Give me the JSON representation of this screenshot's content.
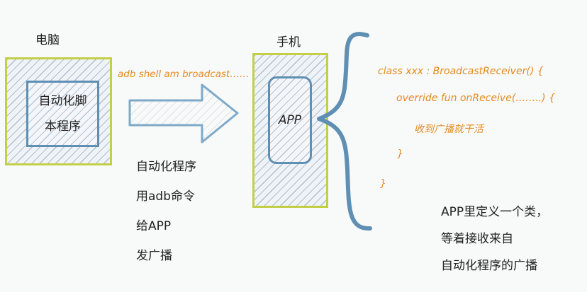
{
  "computer": {
    "title": "电脑",
    "script_line1": "自动化脚",
    "script_line2": "本程序"
  },
  "phone": {
    "title": "手机",
    "app_label": "APP"
  },
  "command": "adb shell am broadcast……",
  "steps": [
    "自动化程序",
    "用adb命令",
    "给APP",
    "发广播"
  ],
  "code": {
    "line1": "class xxx : BroadcastReceiver() {",
    "line2": "override fun onReceive(……..) {",
    "line3": "收到广播就干活",
    "line4": "}",
    "line5": "}"
  },
  "note": [
    "APP里定义一个类，",
    "等着接收来自",
    "自动化程序的广播"
  ],
  "colors": {
    "outer_border": "#c4cf48",
    "inner_border": "#5f8fb3",
    "arrow": "#7ea9c8",
    "brace": "#5f8fb3",
    "code_text": "#e38b1e"
  }
}
